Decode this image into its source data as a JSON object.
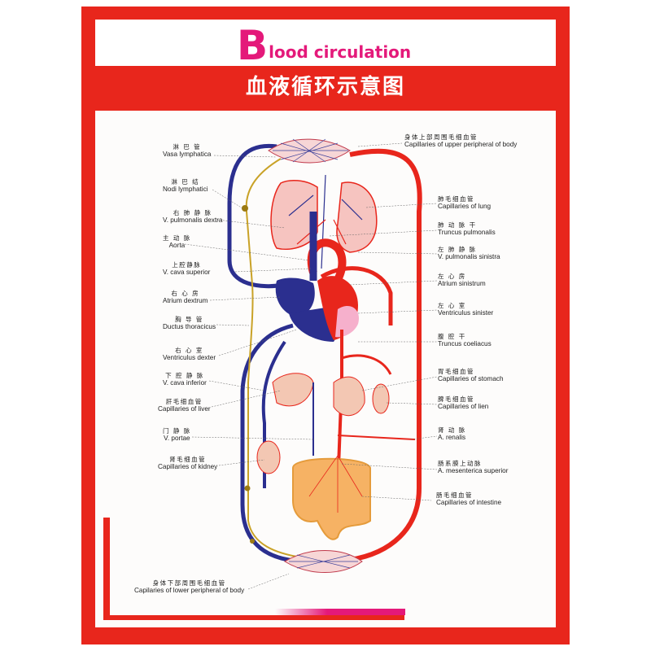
{
  "header": {
    "title_first_letter": "B",
    "title_rest": "lood circulation",
    "title_cn": "血液循环示意图"
  },
  "colors": {
    "frame": "#e8261c",
    "title_accent": "#e4197a",
    "artery": "#e8261c",
    "vein": "#2b2f8f",
    "lymph": "#c9a227",
    "intestine": "#f6b264"
  },
  "labels_left": [
    {
      "cn": "淋 巴 管",
      "en": "Vasa lymphatica"
    },
    {
      "cn": "淋 巴 结",
      "en": "Nodi lymphatici"
    },
    {
      "cn": "右 肺 静 脉",
      "en": "V. pulmonalis dextra"
    },
    {
      "cn": "主 动 脉",
      "en": "Aorta"
    },
    {
      "cn": "上腔静脉",
      "en": "V. cava superior"
    },
    {
      "cn": "右 心 房",
      "en": "Atrium dextrum"
    },
    {
      "cn": "胸 导 管",
      "en": "Ductus thoracicus"
    },
    {
      "cn": "右 心 室",
      "en": "Ventriculus dexter"
    },
    {
      "cn": "下 腔 静 脉",
      "en": "V. cava inferior"
    },
    {
      "cn": "肝毛细血管",
      "en": "Capillaries of liver"
    },
    {
      "cn": "门 静 脉",
      "en": "V. portae"
    },
    {
      "cn": "肾毛细血管",
      "en": "Capillaries of kidney"
    },
    {
      "cn": "身体下部周围毛细血管",
      "en": "Capilaries of lower peripheral of body"
    }
  ],
  "labels_right": [
    {
      "cn": "身体上部周围毛细血管",
      "en": "Capillaries of upper peripheral of body"
    },
    {
      "cn": "肺毛细血管",
      "en": "Capillaries of lung"
    },
    {
      "cn": "肺 动 脉 干",
      "en": "Truncus pulmonalis"
    },
    {
      "cn": "左 肺 静 脉",
      "en": "V. pulmonalis sinistra"
    },
    {
      "cn": "左 心 房",
      "en": "Atrium sinistrum"
    },
    {
      "cn": "左 心 室",
      "en": "Ventriculus sinister"
    },
    {
      "cn": "腹 腔 干",
      "en": "Truncus coeliacus"
    },
    {
      "cn": "胃毛细血管",
      "en": "Capillaries of stomach"
    },
    {
      "cn": "脾毛细血管",
      "en": "Capillaries of lien"
    },
    {
      "cn": "肾 动 脉",
      "en": "A. renalis"
    },
    {
      "cn": "肠系膜上动脉",
      "en": "A. mesenterica superior"
    },
    {
      "cn": "肠毛细血管",
      "en": "Capillaries of intestine"
    }
  ]
}
